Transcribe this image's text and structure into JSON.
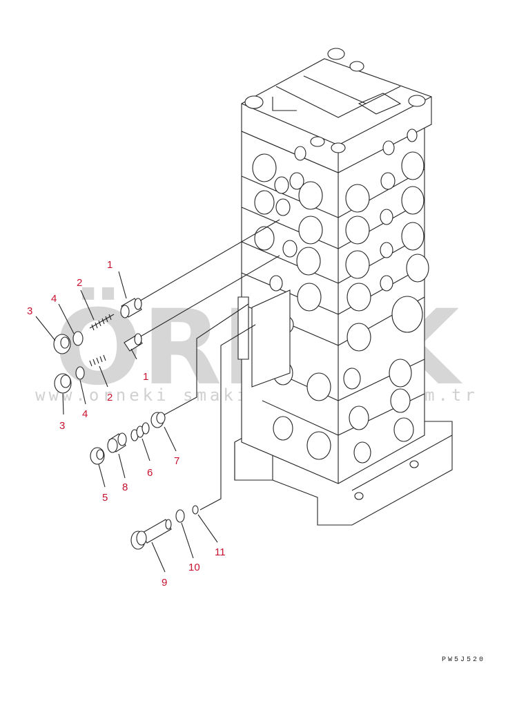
{
  "drawing_code": "PW5J520",
  "watermark": {
    "brand": "ÖRNEK",
    "url": "www.orneki smakinaotomotiv.com.tr"
  },
  "callouts": [
    "1",
    "2",
    "3",
    "4",
    "1",
    "2",
    "3",
    "4",
    "5",
    "6",
    "7",
    "8",
    "9",
    "10",
    "11"
  ]
}
